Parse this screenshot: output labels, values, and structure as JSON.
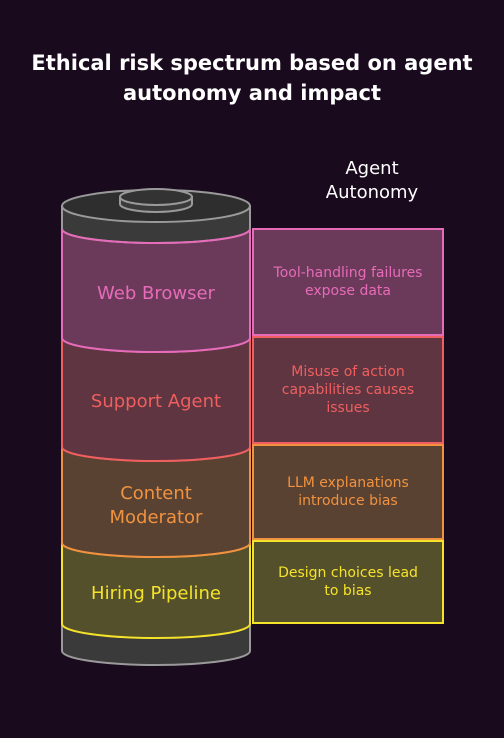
{
  "title_line1": "Ethical risk spectrum based on agent",
  "title_line2": "autonomy and impact",
  "axis_label_line1": "Agent",
  "axis_label_line2": "Autonomy",
  "layers": [
    {
      "name": "Web Browser",
      "description": "Tool-handling failures expose data",
      "color": "#e66bb8",
      "fill": "#6b3a5a"
    },
    {
      "name": "Support Agent",
      "description": "Misuse of action capabilities causes issues",
      "color": "#ef5f5f",
      "fill": "#5e3540"
    },
    {
      "name": "Content Moderator",
      "description": "LLM explanations introduce bias",
      "color": "#f0923f",
      "fill": "#5a4233"
    },
    {
      "name": "Hiring Pipeline",
      "description": "Design choices lead to bias",
      "color": "#f5e32a",
      "fill": "#55502c"
    }
  ]
}
